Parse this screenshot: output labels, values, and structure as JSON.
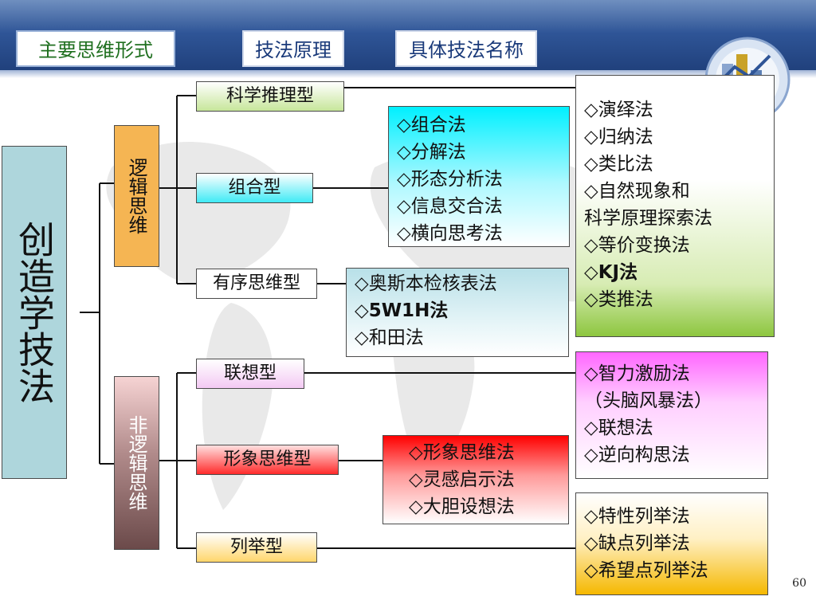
{
  "header": {
    "tab1": "主要思维形式",
    "tab2": "技法原理",
    "tab3": "具体技法名称"
  },
  "root": "创造学技法",
  "groups": {
    "logic": "逻辑思维",
    "nonlogic": "非逻辑思维"
  },
  "types": {
    "sci": "科学推理型",
    "combo": "组合型",
    "order": "有序思维型",
    "assoc": "联想型",
    "image": "形象思维型",
    "enum": "列举型"
  },
  "lists": {
    "sci": [
      "◇演绎法",
      "◇归纳法",
      "◇类比法",
      "◇自然现象和",
      "科学原理探索法",
      "◇等价变换法",
      "◇KJ法",
      "◇类推法"
    ],
    "combo": [
      "◇组合法",
      "◇分解法",
      "◇形态分析法",
      "◇信息交合法",
      "◇横向思考法"
    ],
    "order": [
      "◇奥斯本检核表法",
      "◇5W1H法",
      "◇和田法"
    ],
    "assoc": [
      "◇智力激励法",
      "（头脑风暴法）",
      "◇联想法",
      "◇逆向构思法"
    ],
    "image": [
      "◇形象思维法",
      "◇灵感启示法",
      "◇大胆设想法"
    ],
    "enum": [
      "◇特性列举法",
      "◇缺点列举法",
      "◇希望点列举法"
    ]
  },
  "page_number": "60",
  "colors": {
    "root_bg": "#aed6dc",
    "logic_bg": "#f5b553",
    "nonlogic_bg_top": "#f6d3d3",
    "nonlogic_bg_bottom": "#6b4a4a",
    "sci_list_top": "#ffffff",
    "sci_list_bottom": "#8dc63f",
    "combo_list_top": "#00f0ff",
    "order_list_top": "#b8e0e8",
    "assoc_list_top": "#ff66ff",
    "image_list_top": "#ff0000",
    "enum_list_bottom": "#f5b800"
  }
}
